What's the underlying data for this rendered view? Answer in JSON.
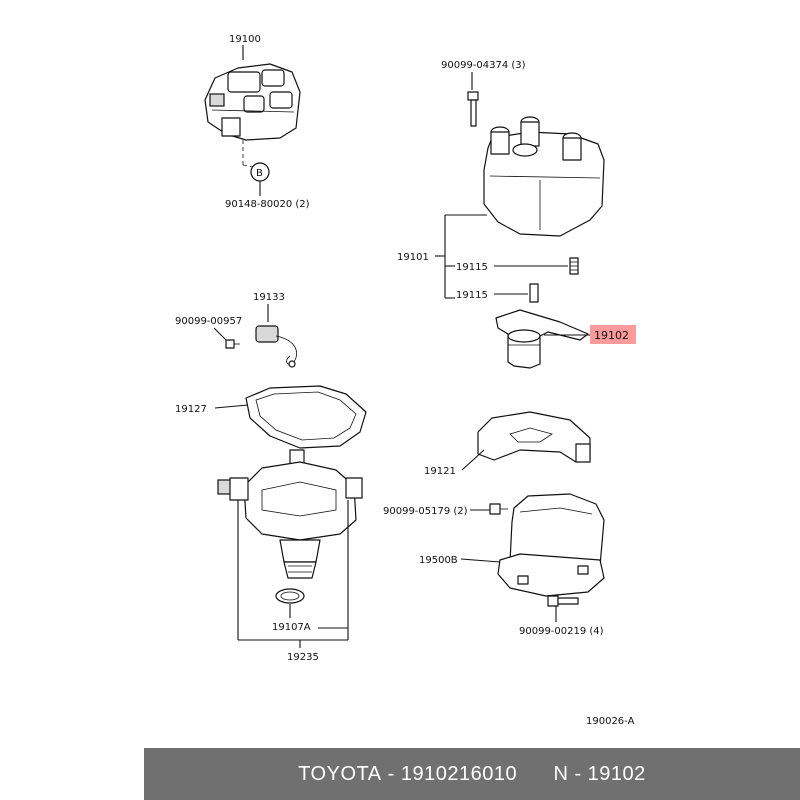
{
  "labels": {
    "p19100": "19100",
    "p90148": "90148-80020 (2)",
    "pB": "B",
    "p90099_04374": "90099-04374 (3)",
    "p19101": "19101",
    "p19115a": "19115",
    "p19115b": "19115",
    "p19102": "19102",
    "p19133": "19133",
    "p90099_00957": "90099-00957",
    "p19127": "19127",
    "p19121": "19121",
    "p90099_05179": "90099-05179 (2)",
    "p19500B": "19500B",
    "p90099_00219": "90099-00219 (4)",
    "p19107A": "19107A",
    "p19235": "19235",
    "ref": "190026-A"
  },
  "highlight_color": "#ff9a9a",
  "footer": {
    "brand": "TOYOTA",
    "sep1": " - ",
    "part_no": "1910216010",
    "gap": "      ",
    "n_prefix": "N - ",
    "n_value": "19102"
  }
}
